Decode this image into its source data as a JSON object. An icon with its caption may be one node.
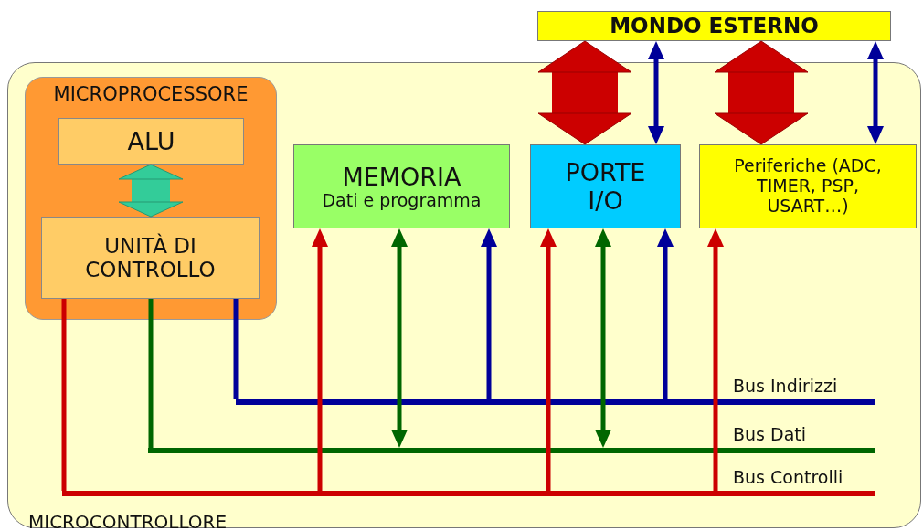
{
  "diagram": {
    "nodes": [
      {
        "text": [
          "MICROCONTROLLORE"
        ]
      },
      {
        "text": [
          "MICROPROCESSORE"
        ],
        "in": 0
      },
      {
        "text": [
          "ALU"
        ],
        "in": 1
      },
      {
        "text": [
          "UNITÀ DI CONTROLLO"
        ],
        "in": 1
      },
      {
        "text": [
          "MEMORIA",
          "Dati e programma"
        ],
        "in": 0
      },
      {
        "text": [
          "PORTE I/O"
        ],
        "in": 0
      },
      {
        "text": [
          "Periferiche (ADC, TIMER, PSP, USART…)"
        ],
        "in": 0
      },
      {
        "text": [
          "MONDO ESTERNO"
        ]
      },
      {
        "text": [],
        "shape": "bar",
        "beside": [
          "Bus Indirizzi"
        ],
        "in": 0
      },
      {
        "text": [],
        "shape": "bar",
        "beside": [
          "Bus Dati"
        ],
        "in": 0
      },
      {
        "text": [],
        "shape": "bar",
        "beside": [
          "Bus Controlli"
        ],
        "in": 0
      }
    ],
    "edges": [
      {
        "from": 2,
        "to": 3,
        "arrow": "both",
        "style": "thick",
        "color": "#33cc99"
      },
      {
        "from": 3,
        "to": 8,
        "arrow": "none",
        "color": "#000099"
      },
      {
        "from": 3,
        "to": 9,
        "arrow": "none",
        "color": "#006600"
      },
      {
        "from": 3,
        "to": 10,
        "arrow": "none"
      },
      {
        "from": 10,
        "to": 4,
        "arrow": "to"
      },
      {
        "from": 9,
        "to": 4,
        "arrow": "both",
        "color": "#006600"
      },
      {
        "from": 8,
        "to": 4,
        "arrow": "to",
        "color": "#000099"
      },
      {
        "from": 10,
        "to": 5,
        "arrow": "to"
      },
      {
        "from": 9,
        "to": 5,
        "arrow": "both",
        "color": "#006600"
      },
      {
        "from": 8,
        "to": 5,
        "arrow": "to",
        "color": "#000099"
      },
      {
        "from": 10,
        "to": 6,
        "arrow": "to"
      },
      {
        "from": 7,
        "to": 5,
        "arrow": "both",
        "style": "thick"
      },
      {
        "from": 7,
        "to": 5,
        "arrow": "both",
        "color": "#000099"
      },
      {
        "from": 7,
        "to": 6,
        "arrow": "both",
        "style": "thick"
      },
      {
        "from": 7,
        "to": 6,
        "arrow": "both",
        "color": "#000099"
      }
    ]
  }
}
